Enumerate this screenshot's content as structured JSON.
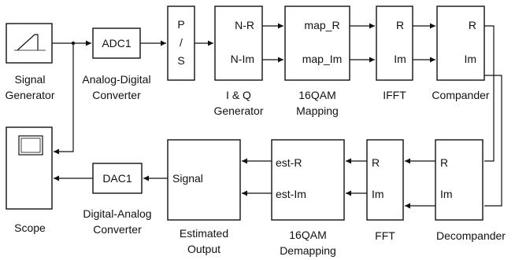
{
  "blocks": {
    "signal_generator": {
      "caption": [
        "Signal",
        "Generator"
      ]
    },
    "adc": {
      "label": "ADC1",
      "caption": [
        "Analog-Digital",
        "Converter"
      ]
    },
    "ps": {
      "label": [
        "P",
        "/",
        "S"
      ]
    },
    "iq": {
      "out_r": "N-R",
      "out_im": "N-Im",
      "caption": [
        "I & Q",
        "Generator"
      ]
    },
    "qam_map": {
      "in_r": "map_R",
      "in_im": "map_Im",
      "caption": [
        "16QAM",
        "Mapping"
      ]
    },
    "ifft": {
      "r": "R",
      "im": "Im",
      "caption": [
        "IFFT"
      ]
    },
    "compander": {
      "r": "R",
      "im": "Im",
      "caption": [
        "Compander"
      ]
    },
    "decompander": {
      "r": "R",
      "im": "Im",
      "caption": [
        "Decompander"
      ]
    },
    "fft": {
      "r": "R",
      "im": "Im",
      "caption": [
        "FFT"
      ]
    },
    "qam_demap": {
      "r": "est-R",
      "im": "est-Im",
      "caption": [
        "16QAM",
        "Demapping"
      ]
    },
    "estimated_output": {
      "label": "Signal",
      "caption": [
        "Estimated",
        "Output"
      ]
    },
    "dac": {
      "label": "DAC1",
      "caption": [
        "Digital-Analog",
        "Converter"
      ]
    },
    "scope": {
      "caption": [
        "Scope"
      ]
    }
  }
}
